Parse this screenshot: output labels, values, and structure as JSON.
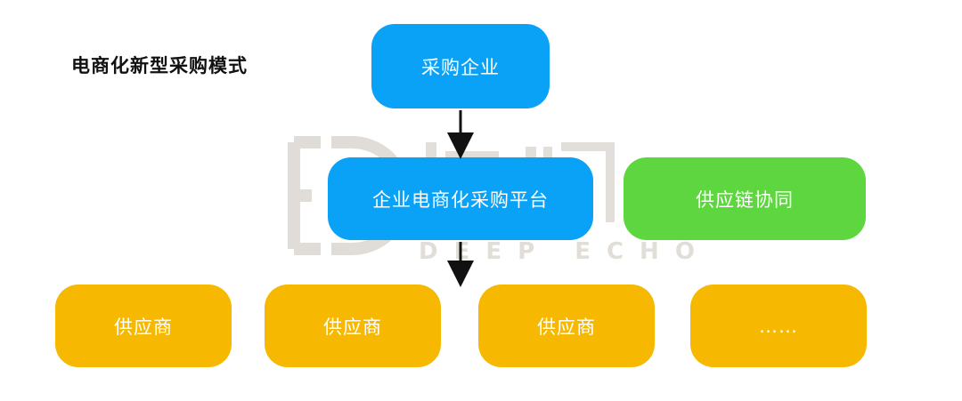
{
  "title": "电商化新型采购模式",
  "colors": {
    "blue": "#0aa2f7",
    "green": "#5dd640",
    "yellow": "#f6b800",
    "arrow": "#111111",
    "watermark": "#d8d3cc"
  },
  "nodes": {
    "enterprise": "采购企业",
    "platform": "企业电商化采购平台",
    "supply_chain": "供应链协同",
    "suppliers": [
      "供应商",
      "供应商",
      "供应商",
      "……"
    ]
  },
  "watermark": {
    "text": "DEEP ECHO",
    "logo_glyph": "深响"
  }
}
